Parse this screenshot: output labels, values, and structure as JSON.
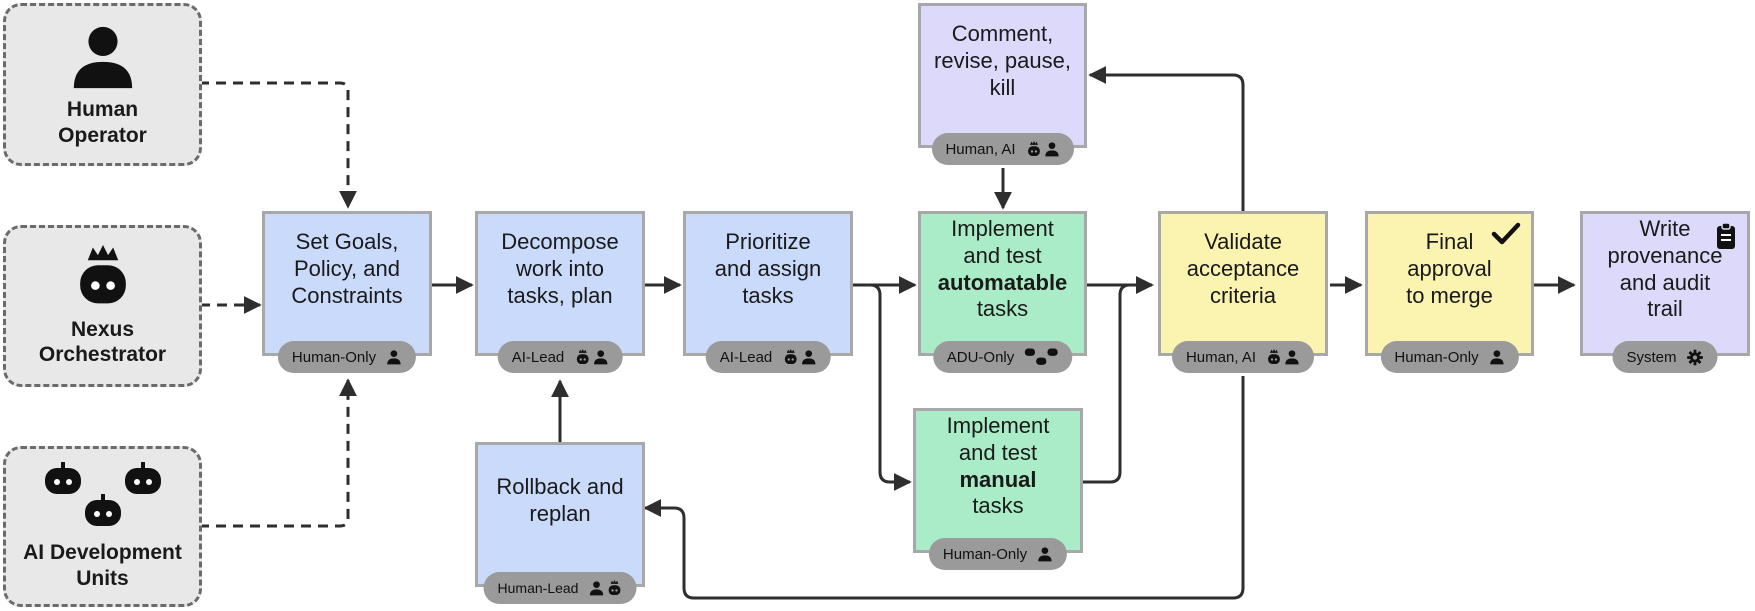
{
  "actors": {
    "human": {
      "label_line1": "Human",
      "label_line2": "Operator",
      "icon": "person-icon"
    },
    "nexus": {
      "label_line1": "Nexus",
      "label_line2": "Orchestrator",
      "icon": "crowned-robot-icon"
    },
    "adu": {
      "label_line1": "AI Development",
      "label_line2": "Units",
      "icon": "robot-group-icon"
    }
  },
  "steps": {
    "set_goals": {
      "line1": "Set Goals,",
      "line2": "Policy, and",
      "line3": "Constraints",
      "tag": "Human-Only",
      "icons": [
        "person-icon"
      ]
    },
    "decompose": {
      "line1": "Decompose",
      "line2": "work into",
      "line3": "tasks, plan",
      "tag": "AI-Lead",
      "icons": [
        "robot-icon",
        "person-icon"
      ]
    },
    "prioritize": {
      "line1": "Prioritize",
      "line2": "and assign",
      "line3": "tasks",
      "tag": "AI-Lead",
      "icons": [
        "robot-icon",
        "person-icon"
      ]
    },
    "implement_auto": {
      "line1": "Implement",
      "line2": "and test",
      "line3_bold": "automatable",
      "line4": "tasks",
      "tag": "ADU-Only",
      "icons": [
        "robot-group-icon"
      ]
    },
    "implement_manual": {
      "line1": "Implement",
      "line2": "and test",
      "line3_bold": "manual",
      "line4": "tasks",
      "tag": "Human-Only",
      "icons": [
        "person-icon"
      ]
    },
    "comment": {
      "line1": "Comment,",
      "line2": "revise, pause,",
      "line3": "kill",
      "tag": "Human, AI",
      "icons": [
        "robot-icon",
        "person-icon"
      ]
    },
    "validate": {
      "line1": "Validate",
      "line2": "acceptance",
      "line3": "criteria",
      "tag": "Human, AI",
      "icons": [
        "robot-icon",
        "person-icon"
      ]
    },
    "final": {
      "line1": "Final",
      "line2": "approval",
      "line3": "to merge",
      "tag": "Human-Only",
      "icons": [
        "person-icon"
      ],
      "corner_icon": "checkmark-icon"
    },
    "write": {
      "line1": "Write",
      "line2": "provenance",
      "line3": "and audit",
      "line4": "trail",
      "tag": "System",
      "icons": [
        "gear-icon"
      ],
      "corner_icon": "clipboard-icon"
    },
    "rollback": {
      "line1": "Rollback and",
      "line2": "replan",
      "tag": "Human-Lead",
      "icons": [
        "person-icon",
        "robot-icon"
      ]
    }
  },
  "colors": {
    "blue": "#c9dafa",
    "green": "#a9ecc7",
    "purple": "#dcd9fb",
    "yellow": "#fbf3b0",
    "actor_bg": "#e8e8e8",
    "tag_bg": "#9a9a9a",
    "line": "#2e2e2e"
  }
}
